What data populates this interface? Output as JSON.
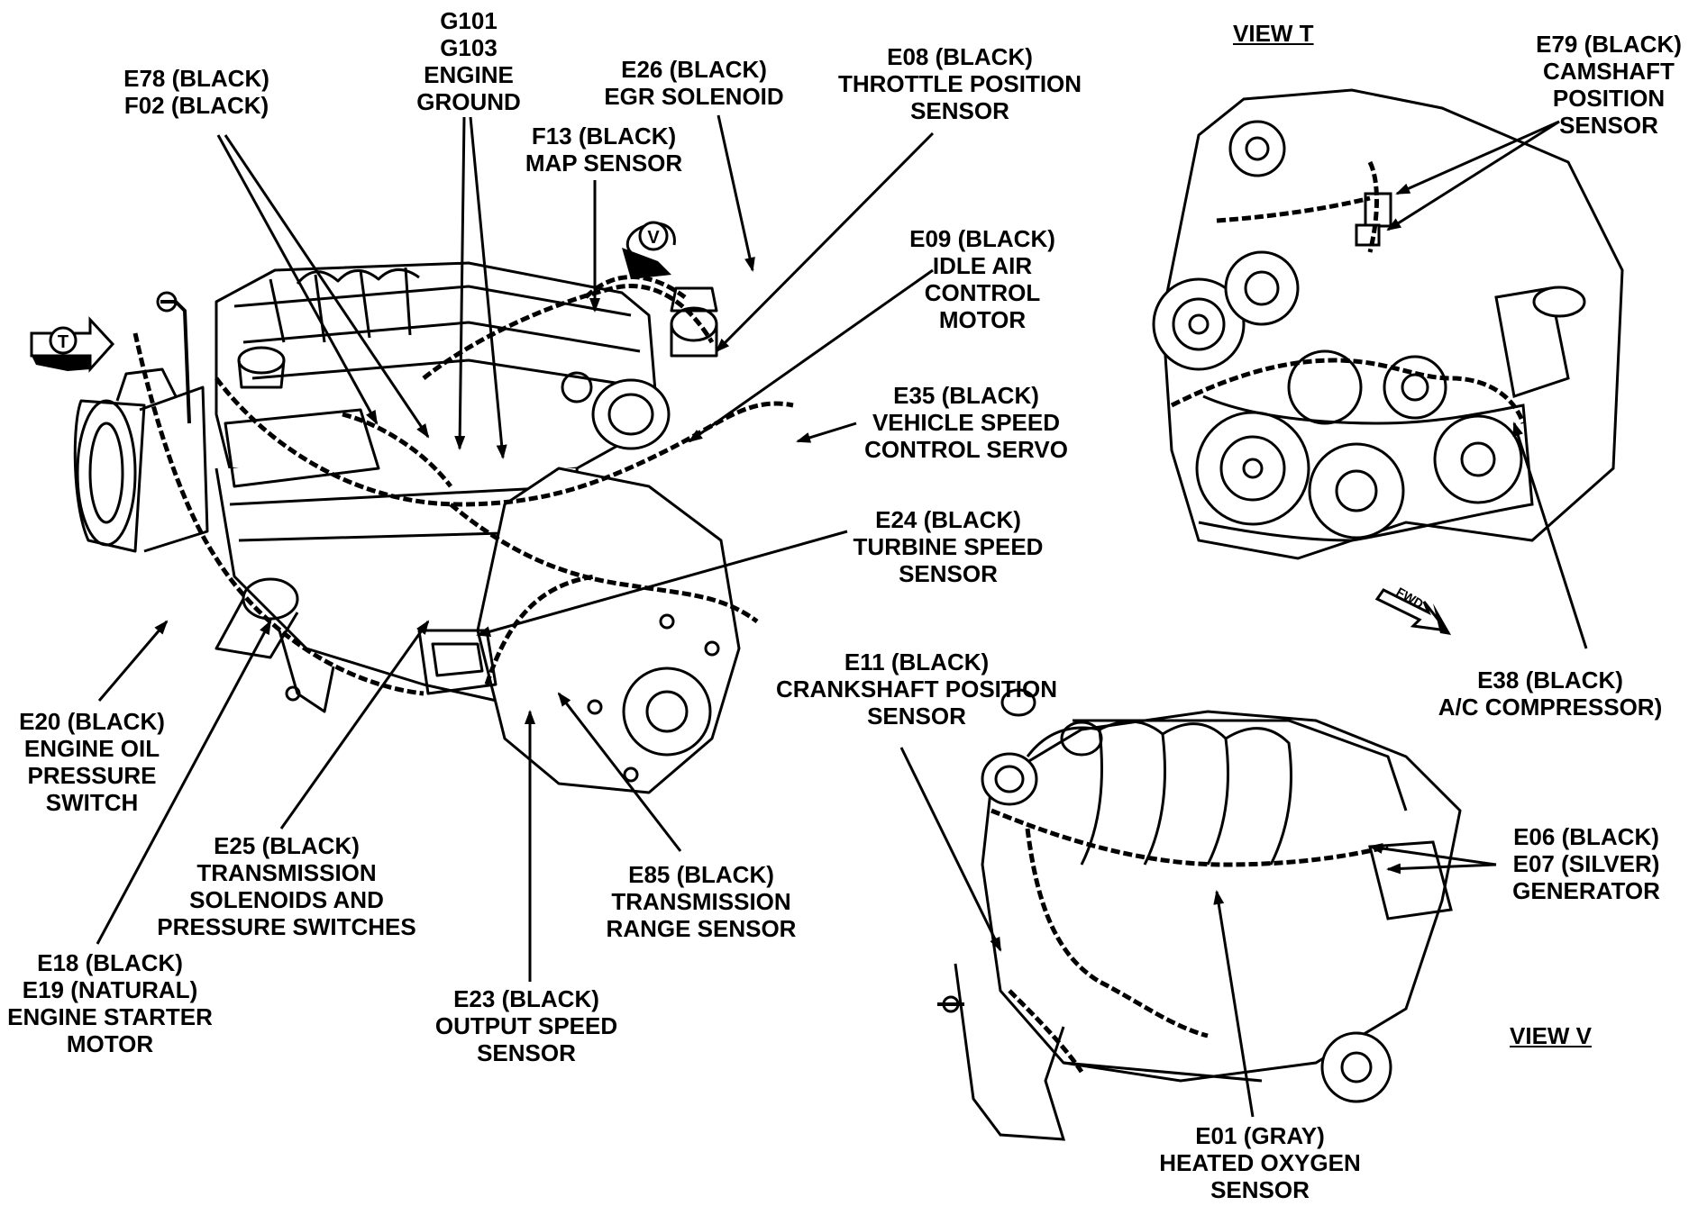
{
  "views": {
    "t": "VIEW T",
    "v": "VIEW V"
  },
  "markers": {
    "t": "T",
    "v": "V",
    "fwd": "FWD"
  },
  "callouts": [
    {
      "id": "e78-f02",
      "lines": [
        "E78 (BLACK)",
        "F02 (BLACK)"
      ]
    },
    {
      "id": "g101-g103",
      "lines": [
        "G101",
        "G103",
        "ENGINE",
        "GROUND"
      ]
    },
    {
      "id": "e26",
      "lines": [
        "E26 (BLACK)",
        "EGR SOLENOID"
      ]
    },
    {
      "id": "f13",
      "lines": [
        "F13 (BLACK)",
        "MAP SENSOR"
      ]
    },
    {
      "id": "e08",
      "lines": [
        "E08 (BLACK)",
        "THROTTLE POSITION",
        "SENSOR"
      ]
    },
    {
      "id": "e09",
      "lines": [
        "E09 (BLACK)",
        "IDLE AIR",
        "CONTROL",
        "MOTOR"
      ]
    },
    {
      "id": "e35",
      "lines": [
        "E35 (BLACK)",
        "VEHICLE SPEED",
        "CONTROL SERVO"
      ]
    },
    {
      "id": "e24",
      "lines": [
        "E24 (BLACK)",
        "TURBINE SPEED",
        "SENSOR"
      ]
    },
    {
      "id": "e11",
      "lines": [
        "E11 (BLACK)",
        "CRANKSHAFT POSITION",
        "SENSOR"
      ]
    },
    {
      "id": "e20",
      "lines": [
        "E20 (BLACK)",
        "ENGINE OIL",
        "PRESSURE",
        "SWITCH"
      ]
    },
    {
      "id": "e25",
      "lines": [
        "E25 (BLACK)",
        "TRANSMISSION",
        "SOLENOIDS AND",
        "PRESSURE SWITCHES"
      ]
    },
    {
      "id": "e85",
      "lines": [
        "E85 (BLACK)",
        "TRANSMISSION",
        "RANGE SENSOR"
      ]
    },
    {
      "id": "e18-e19",
      "lines": [
        "E18 (BLACK)",
        "E19 (NATURAL)",
        "ENGINE STARTER",
        "MOTOR"
      ]
    },
    {
      "id": "e23",
      "lines": [
        "E23 (BLACK)",
        "OUTPUT SPEED",
        "SENSOR"
      ]
    },
    {
      "id": "e79",
      "lines": [
        "E79 (BLACK)",
        "CAMSHAFT",
        "POSITION",
        "SENSOR"
      ]
    },
    {
      "id": "e38",
      "lines": [
        "E38 (BLACK)",
        "A/C COMPRESSOR)"
      ]
    },
    {
      "id": "e06-e07",
      "lines": [
        "E06 (BLACK)",
        "E07 (SILVER)",
        "GENERATOR"
      ]
    },
    {
      "id": "e01",
      "lines": [
        "E01 (GRAY)",
        "HEATED OXYGEN",
        "SENSOR"
      ]
    }
  ]
}
